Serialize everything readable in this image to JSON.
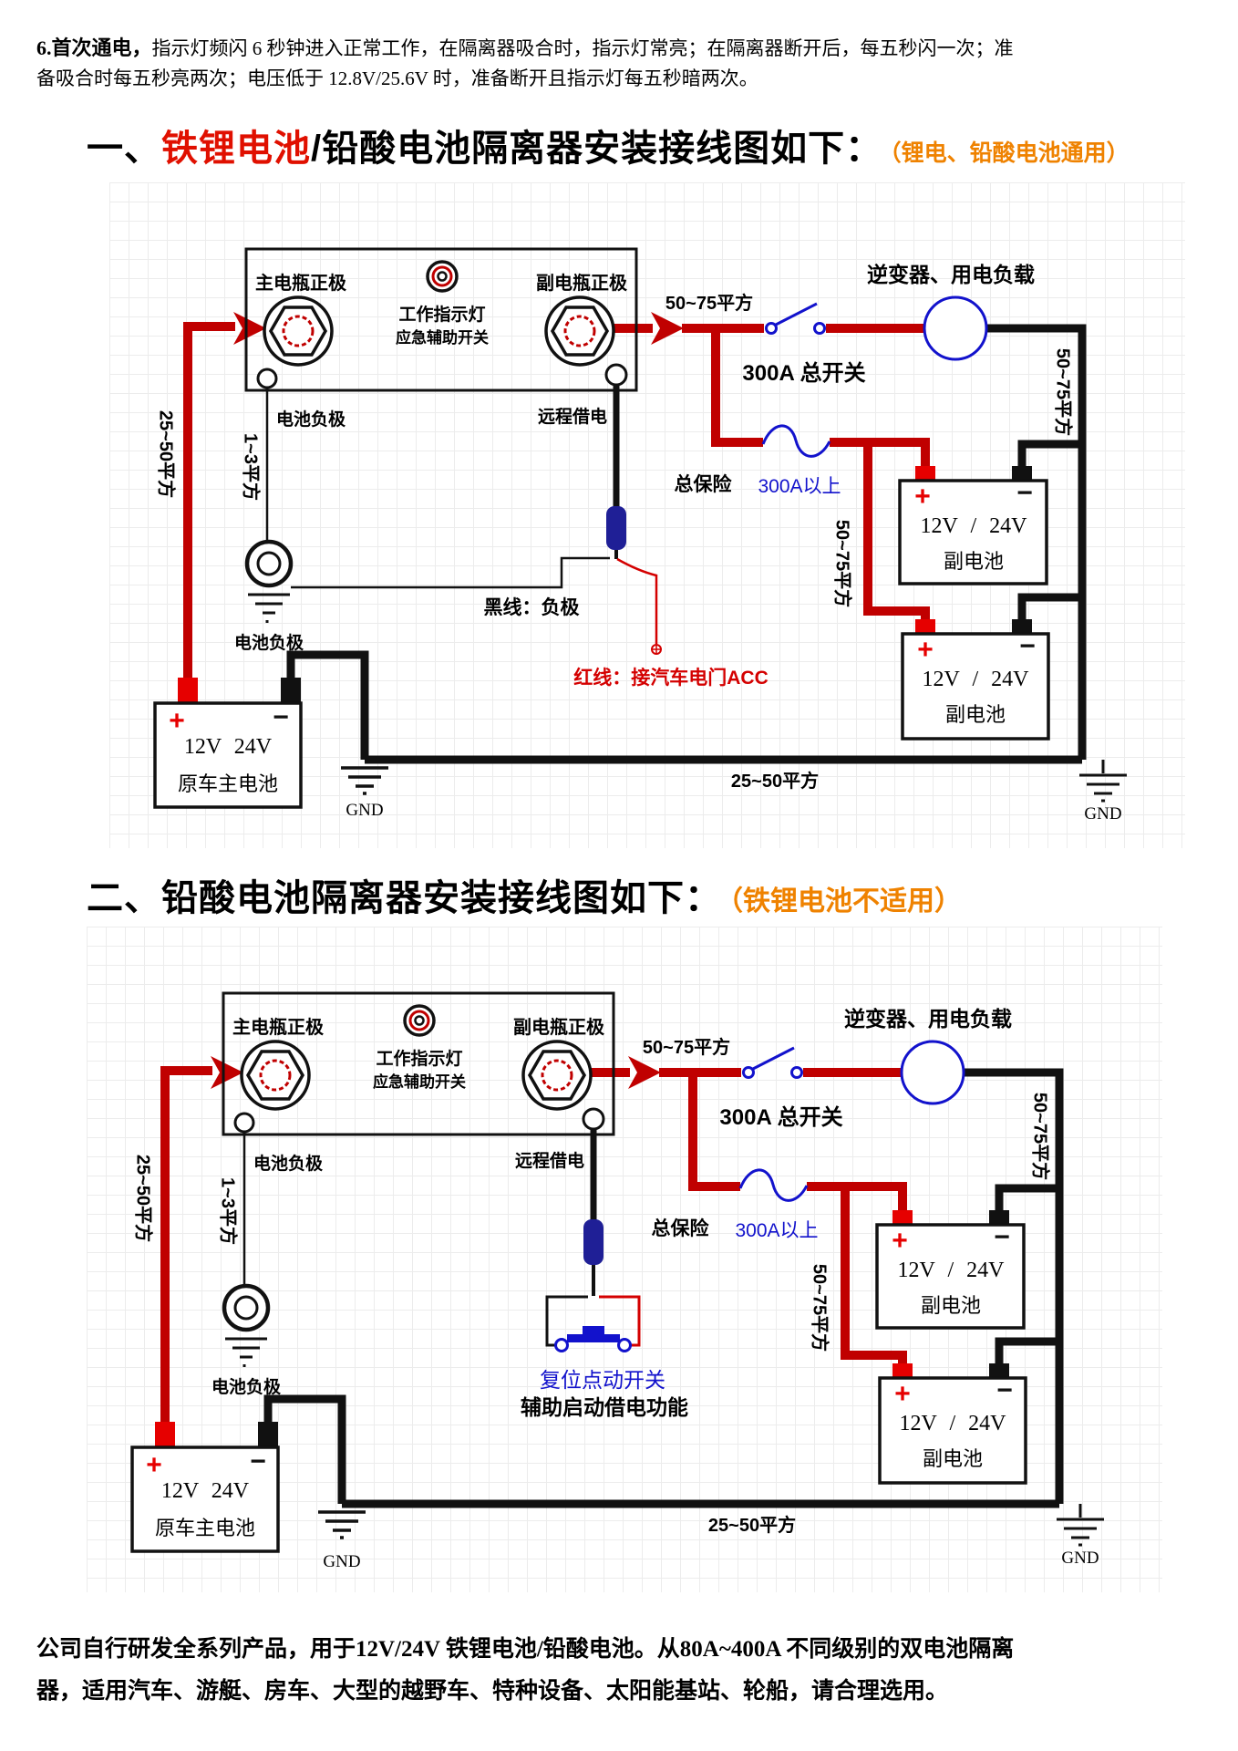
{
  "intro": {
    "bold": "6.首次通电，",
    "text": "指示灯频闪 6 秒钟进入正常工作，在隔离器吸合时，指示灯常亮；在隔离器断开后，每五秒闪一次；准备吸合时每五秒亮两次；电压低于 12.8V/25.6V 时，准备断开且指示灯每五秒暗两次。"
  },
  "heading1": {
    "prefix": "一、",
    "highlight": "铁锂电池",
    "rest": "/铅酸电池隔离器安装接线图如下：",
    "note": "（锂电、铅酸电池通用）"
  },
  "heading2": {
    "prefix": "二、",
    "rest": "铅酸电池隔离器安装接线图如下：",
    "note": "（铁锂电池不适用）"
  },
  "footer": {
    "text": "公司自行研发全系列产品，用于12V/24V 铁锂电池/铅酸电池。从80A~400A 不同级别的双电池隔离器，适用汽车、游艇、房车、大型的越野车、特种设备、太阳能基站、轮船，请合理选用。"
  },
  "colors": {
    "wire_red": "#c00000",
    "wire_black": "#111111",
    "blue": "#1212cc",
    "resistor_navy": "#1f1f96",
    "orange": "#ef8200",
    "title_red": "#e01000"
  },
  "diagram1": {
    "isolator": {
      "main_positive": "主电瓶正极",
      "indicator_light": "工作指示灯",
      "emergency_switch": "应急辅助开关",
      "aux_positive": "副电瓶正极",
      "battery_negative": "电池负极",
      "remote_power": "远程借电"
    },
    "wires": {
      "left_gauge": "25~50平方",
      "thin_gauge": "1~3平方",
      "top_gauge": "50~75平方",
      "right_gauge": "50~75平方",
      "mid_gauge": "50~75平方",
      "bottom_gauge": "25~50平方"
    },
    "components": {
      "main_switch": "300A 总开关",
      "load": "逆变器、用电负载",
      "fuse": "总保险",
      "fuse_rating": "300A以上",
      "black_wire_note": "黑线：负极",
      "red_wire_note": "红线：接汽车电门ACC",
      "ground_negative": "电池负极",
      "gnd_left": "GND",
      "gnd_right": "GND"
    },
    "batteries": {
      "main": {
        "plus": "+",
        "minus": "−",
        "voltage": "12V 24V",
        "name": "原车主电池"
      },
      "aux1": {
        "plus": "+",
        "minus": "−",
        "voltage": "12V / 24V",
        "name": "副电池"
      },
      "aux2": {
        "plus": "+",
        "minus": "−",
        "voltage": "12V / 24V",
        "name": "副电池"
      }
    }
  },
  "diagram2": {
    "isolator": {
      "main_positive": "主电瓶正极",
      "indicator_light": "工作指示灯",
      "emergency_switch": "应急辅助开关",
      "aux_positive": "副电瓶正极",
      "battery_negative": "电池负极",
      "remote_power": "远程借电"
    },
    "wires": {
      "left_gauge": "25~50平方",
      "thin_gauge": "1~3平方",
      "top_gauge": "50~75平方",
      "right_gauge": "50~75平方",
      "mid_gauge": "50~75平方",
      "bottom_gauge": "25~50平方"
    },
    "components": {
      "main_switch": "300A 总开关",
      "load": "逆变器、用电负载",
      "fuse": "总保险",
      "fuse_rating": "300A以上",
      "momentary_switch": "复位点动开关",
      "jump_start": "辅助启动借电功能",
      "ground_negative": "电池负极",
      "gnd_left": "GND",
      "gnd_right": "GND"
    },
    "batteries": {
      "main": {
        "plus": "+",
        "minus": "−",
        "voltage": "12V 24V",
        "name": "原车主电池"
      },
      "aux1": {
        "plus": "+",
        "minus": "−",
        "voltage": "12V / 24V",
        "name": "副电池"
      },
      "aux2": {
        "plus": "+",
        "minus": "−",
        "voltage": "12V / 24V",
        "name": "副电池"
      }
    }
  }
}
